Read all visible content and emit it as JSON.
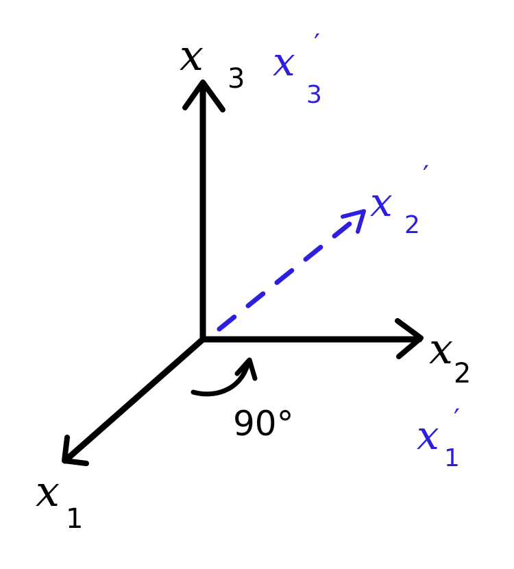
{
  "colors": {
    "ink": "#000000",
    "rotated": "#2e1fe0",
    "background": "#ffffff"
  },
  "axes": {
    "x1": {
      "symbol": "x",
      "sub": "1"
    },
    "x2": {
      "symbol": "x",
      "sub": "2"
    },
    "x3": {
      "symbol": "x",
      "sub": "3"
    }
  },
  "rotated_axes": {
    "x1p": {
      "symbol": "x",
      "sub": "1",
      "prime": "′"
    },
    "x2p": {
      "symbol": "x",
      "sub": "2",
      "prime": "′"
    },
    "x3p": {
      "symbol": "x",
      "sub": "3",
      "prime": "′"
    }
  },
  "rotation": {
    "angle_label": "90°"
  }
}
